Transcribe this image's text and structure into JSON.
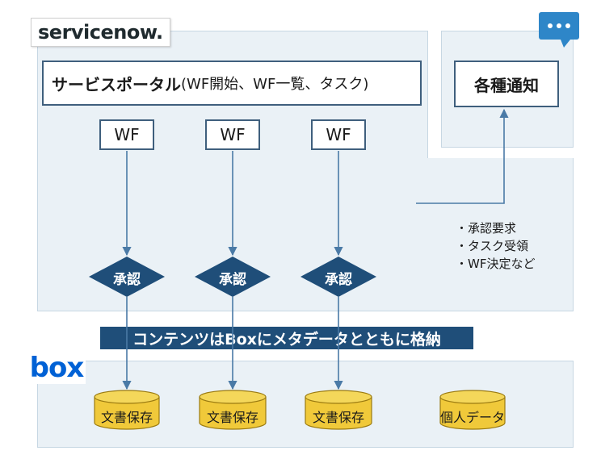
{
  "logos": {
    "servicenow": "servicenow.",
    "box": "box"
  },
  "portal": {
    "title": "サービスポータル",
    "subtitle": "(WF開始、WF一覧、タスク)"
  },
  "notification": {
    "title": "各種通知",
    "icon": "chat-bubble-icon"
  },
  "workflows": [
    {
      "label": "WF",
      "approval": "承認",
      "storage": "文書保存"
    },
    {
      "label": "WF",
      "approval": "承認",
      "storage": "文書保存"
    },
    {
      "label": "WF",
      "approval": "承認",
      "storage": "文書保存"
    }
  ],
  "extra_storage": "個人データ",
  "notes": [
    "・承認要求",
    "・タスク受領",
    "・WF決定など"
  ],
  "banner": "コンテンツはBoxにメタデータとともに格納",
  "colors": {
    "dark_navy": "#1f4e79",
    "panel": "#eaf1f6",
    "cylinder": "#f0c93a",
    "box_brand": "#0061d5",
    "servicenow_green": "#62d84e"
  }
}
